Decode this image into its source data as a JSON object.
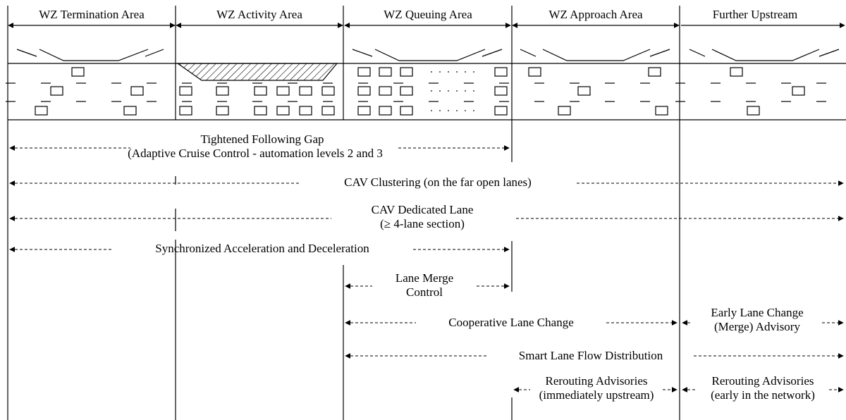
{
  "zones": [
    {
      "label": "WZ Termination Area"
    },
    {
      "label": "WZ Activity Area"
    },
    {
      "label": "WZ Queuing Area"
    },
    {
      "label": "WZ Approach Area"
    },
    {
      "label": "Further Upstream"
    }
  ],
  "strategies": [
    {
      "lines": [
        "Tightened Following Gap",
        "(Adaptive Cruise Control - automation levels 2 and 3"
      ]
    },
    {
      "lines": [
        "CAV Clustering (on the far open lanes)"
      ]
    },
    {
      "lines": [
        "CAV Dedicated Lane",
        "(≥ 4-lane section)"
      ]
    },
    {
      "lines": [
        "Synchronized Acceleration and Deceleration"
      ]
    },
    {
      "lines": [
        "Lane Merge",
        "Control"
      ]
    },
    {
      "lines": [
        "Cooperative Lane Change"
      ]
    },
    {
      "lines": [
        "Early Lane Change",
        "(Merge) Advisory"
      ]
    },
    {
      "lines": [
        "Smart Lane Flow Distribution"
      ]
    },
    {
      "lines": [
        "Rerouting Advisories",
        "(immediately upstream)"
      ]
    },
    {
      "lines": [
        "Rerouting Advisories",
        "(early in the network)"
      ]
    }
  ]
}
